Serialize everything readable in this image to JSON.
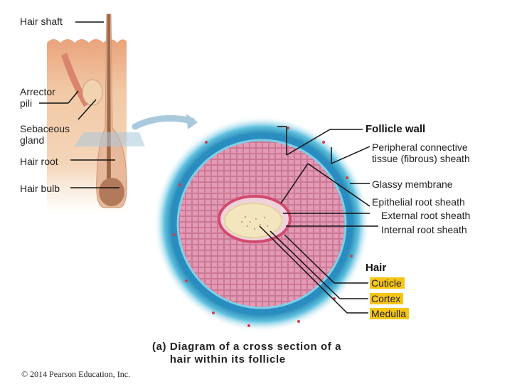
{
  "left_labels": {
    "hair_shaft": "Hair shaft",
    "arrector_pili": "Arrector pili",
    "sebaceous_gland": "Sebaceous gland",
    "hair_root": "Hair root",
    "hair_bulb": "Hair bulb"
  },
  "follicle_wall": {
    "title": "Follicle wall",
    "peripheral": "Peripheral connective tissue (fibrous) sheath",
    "glassy": "Glassy membrane",
    "epithelial": "Epithelial root sheath",
    "external": "External root sheath",
    "internal": "Internal root sheath"
  },
  "hair": {
    "title": "Hair",
    "cuticle": "Cuticle",
    "cortex": "Cortex",
    "medulla": "Medulla"
  },
  "caption": {
    "tag": "(a)",
    "text": "Diagram of a cross section of a hair within its follicle"
  },
  "copyright": "© 2014 Pearson Education, Inc.",
  "colors": {
    "highlight": "#f5c518",
    "sheath_blue": "#4aaed0",
    "root_pink": "#d98aa6",
    "hair_cream": "#f3e6bf"
  }
}
